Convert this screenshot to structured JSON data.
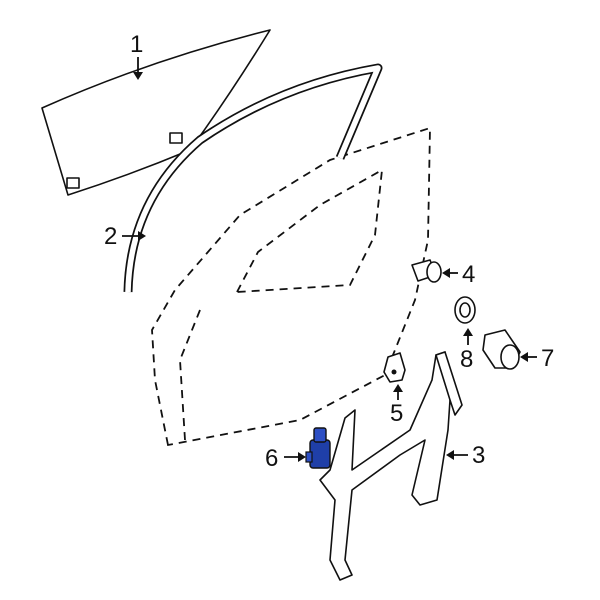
{
  "diagram": {
    "callouts": [
      {
        "number": "1",
        "part": "glass"
      },
      {
        "number": "2",
        "part": "run-channel"
      },
      {
        "number": "3",
        "part": "regulator"
      },
      {
        "number": "4",
        "part": "bolt"
      },
      {
        "number": "5",
        "part": "clip"
      },
      {
        "number": "6",
        "part": "motor"
      },
      {
        "number": "7",
        "part": "grommet"
      },
      {
        "number": "8",
        "part": "washer"
      }
    ],
    "highlight_color": "#1f3fa8"
  }
}
